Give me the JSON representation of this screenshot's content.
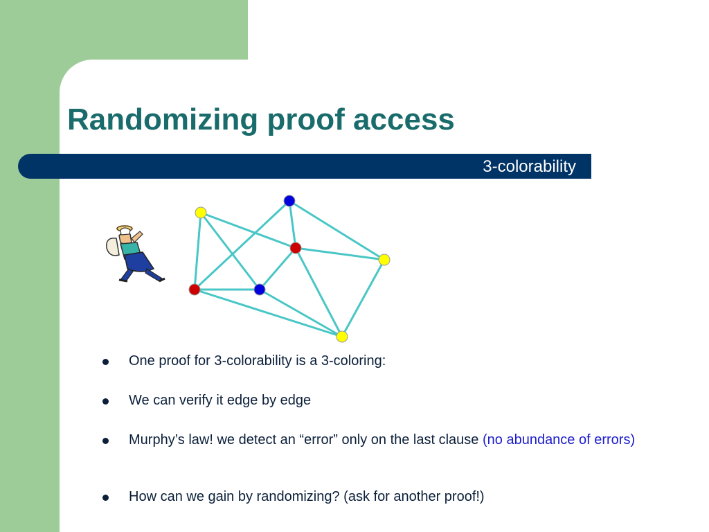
{
  "slide": {
    "title": "Randomizing proof access",
    "subtitle": "3-colorability"
  },
  "colors": {
    "title": "#1a6b6b",
    "banner": "#003366",
    "side_green": "#9dcc98",
    "edge": "#49c6c6",
    "node_yellow": "#ffff00",
    "node_red": "#cc0000",
    "node_blue": "#0000dd",
    "highlight_text": "#1c1ccc"
  },
  "graph": {
    "nodes": [
      {
        "id": "a",
        "color": "yellow"
      },
      {
        "id": "b",
        "color": "blue"
      },
      {
        "id": "c",
        "color": "red"
      },
      {
        "id": "d",
        "color": "yellow"
      },
      {
        "id": "e",
        "color": "red"
      },
      {
        "id": "f",
        "color": "blue"
      },
      {
        "id": "g",
        "color": "yellow"
      }
    ],
    "edges": [
      [
        "a",
        "c"
      ],
      [
        "a",
        "e"
      ],
      [
        "a",
        "f"
      ],
      [
        "b",
        "c"
      ],
      [
        "b",
        "d"
      ],
      [
        "b",
        "e"
      ],
      [
        "c",
        "d"
      ],
      [
        "c",
        "f"
      ],
      [
        "c",
        "g"
      ],
      [
        "d",
        "g"
      ],
      [
        "e",
        "f"
      ],
      [
        "e",
        "g"
      ],
      [
        "f",
        "g"
      ]
    ]
  },
  "bullets": [
    {
      "text": "One proof for 3-colorability is a 3-coloring:"
    },
    {
      "text": "We can verify it edge by edge"
    },
    {
      "text": "Murphy’s law! we detect an “error” only on the last clause ",
      "highlight": "(no abundance of errors)"
    },
    {
      "text": "How can we gain by randomizing? (ask for another proof!)"
    }
  ]
}
